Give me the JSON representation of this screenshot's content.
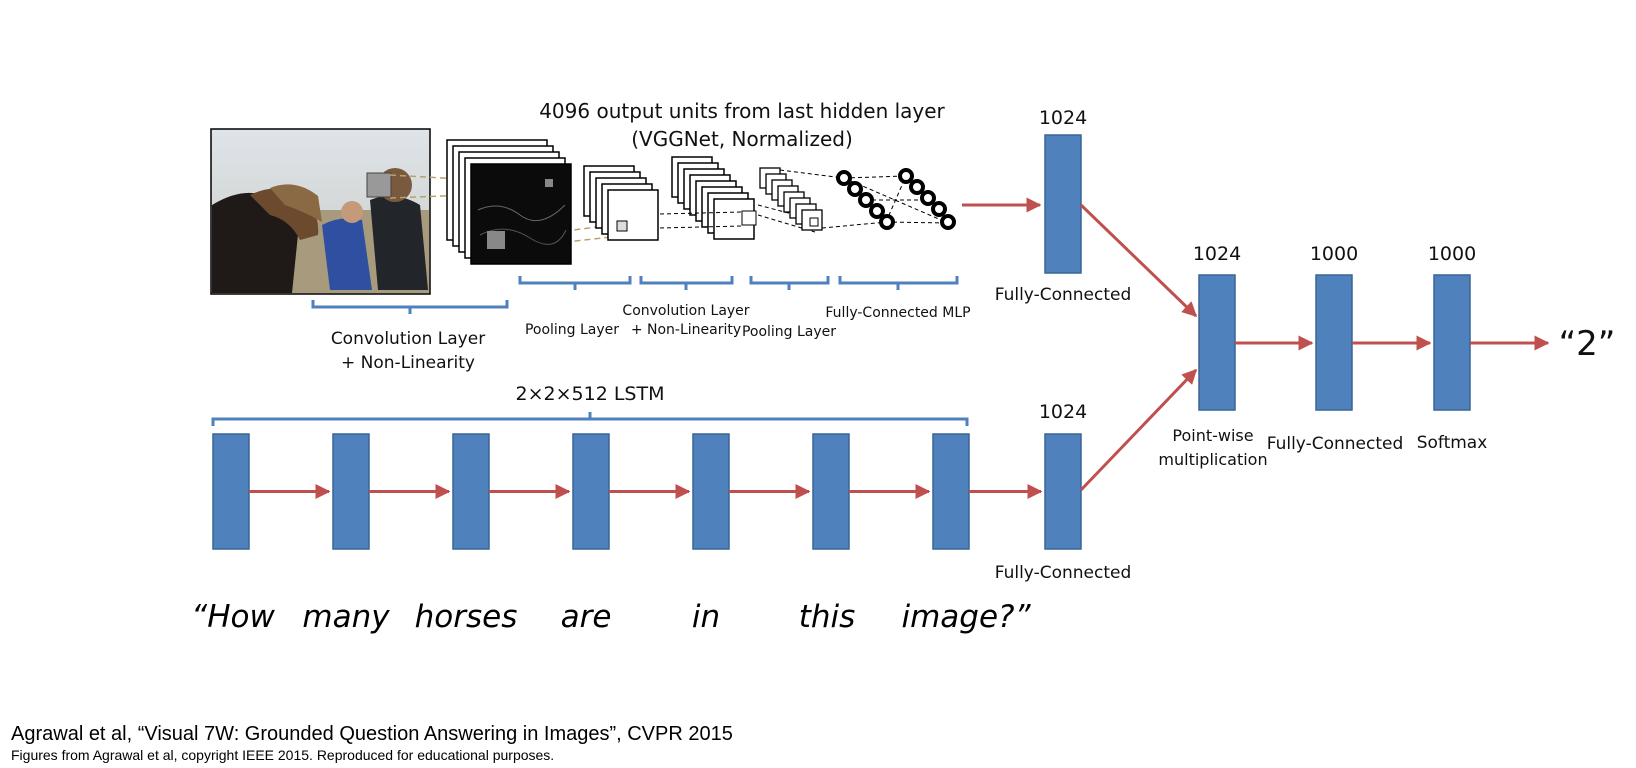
{
  "top": {
    "feature_title_line1": "4096 output  units from last hidden layer",
    "feature_title_line2": "(VGGNet, Normalized)",
    "conv1_line1": "Convolution Layer",
    "conv1_line2": "+ Non-Linearity",
    "pool1": "Pooling Layer",
    "conv2_line1": "Convolution Layer",
    "conv2_line2": "+ Non-Linearity",
    "pool2": "Pooling  Layer",
    "mlp": "Fully-Connected MLP"
  },
  "fc_image": {
    "size": "1024",
    "label": "Fully-Connected"
  },
  "fc_question": {
    "size": "1024",
    "label": "Fully-Connected"
  },
  "lstm": {
    "label": "2×2×512 LSTM"
  },
  "question_words": [
    "“How",
    "many",
    "horses",
    "are",
    "in",
    "this",
    "image?”"
  ],
  "merge": {
    "pointwise_size": "1024",
    "pointwise_line1": "Point-wise",
    "pointwise_line2": "multiplication",
    "fc_size": "1000",
    "fc_label": "Fully-Connected",
    "softmax_size": "1000",
    "softmax_label": "Softmax",
    "answer": "“2”"
  },
  "citation": {
    "line1": "Agrawal et al, “Visual 7W: Grounded Question Answering in Images”, CVPR 2015",
    "line2": "Figures from Agrawal et al, copyright IEEE 2015. Reproduced for educational purposes."
  },
  "colors": {
    "block": "#4f81bd",
    "block_border": "#3a6496",
    "arrow": "#c0504d",
    "brace": "#4f81bd"
  },
  "icons": [
    "horse-photo",
    "feature-map-stack",
    "neuron-circles"
  ]
}
